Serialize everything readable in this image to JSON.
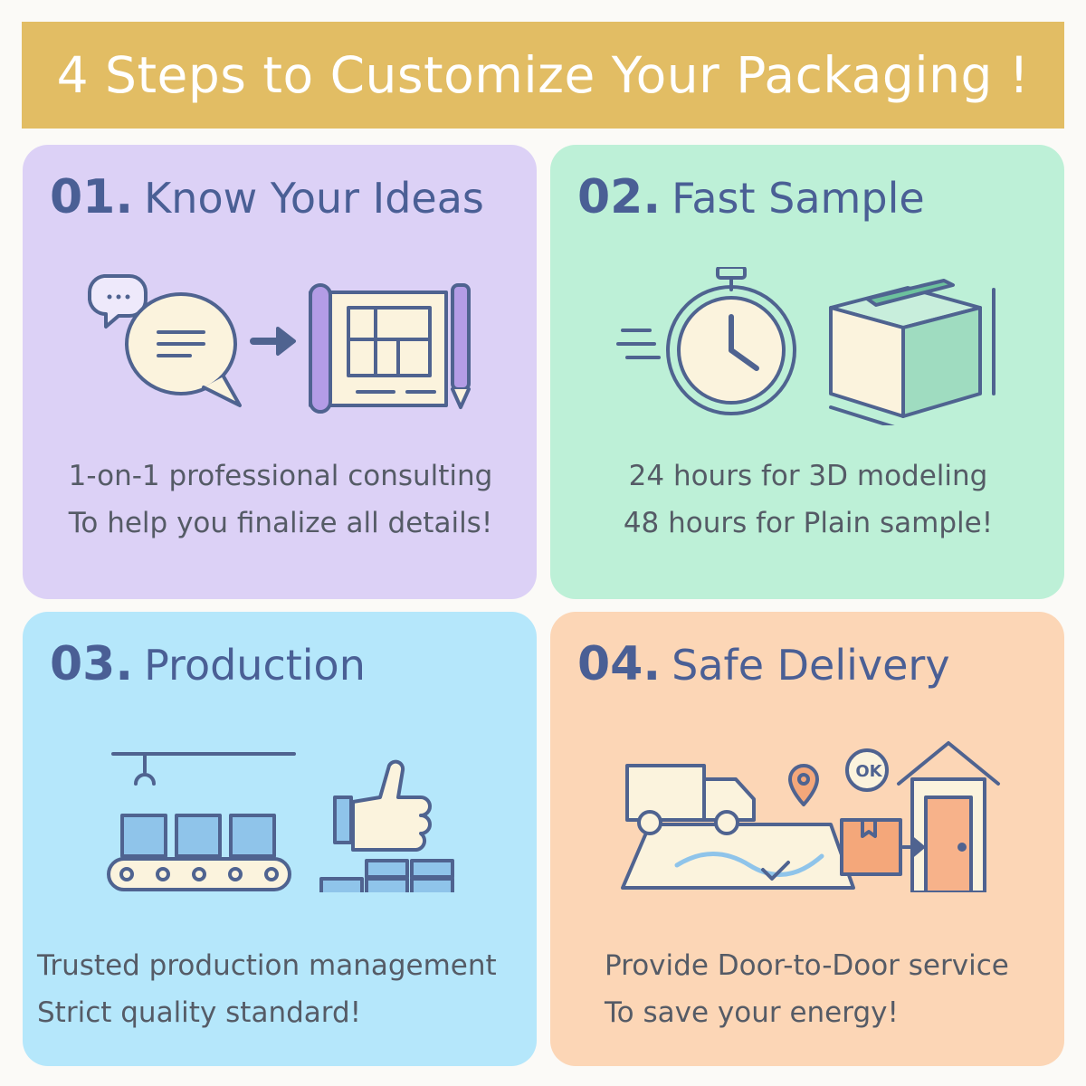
{
  "banner": {
    "title": "4 Steps to Customize Your Packaging !"
  },
  "steps": [
    {
      "number": "01.",
      "title": "Know Your Ideas",
      "lines": [
        "1-on-1 professional consulting",
        "To help you finalize all details!"
      ],
      "color": "#dcd1f6",
      "icons": [
        "chat-bubbles-icon",
        "arrow-right-icon",
        "blueprint-icon",
        "pen-icon"
      ]
    },
    {
      "number": "02.",
      "title": "Fast Sample",
      "lines": [
        "24 hours for 3D modeling",
        "48 hours for Plain sample!"
      ],
      "color": "#bdf0d7",
      "icons": [
        "stopwatch-icon",
        "box-icon"
      ]
    },
    {
      "number": "03.",
      "title": "Production",
      "lines": [
        "Trusted production management",
        "Strict quality standard!"
      ],
      "color": "#b5e7fb",
      "icons": [
        "conveyor-belt-icon",
        "thumbs-up-icon"
      ]
    },
    {
      "number": "04.",
      "title": "Safe Delivery",
      "lines": [
        "Provide Door-to-Door service",
        "To save your energy!"
      ],
      "color": "#fcd6b6",
      "icons": [
        "truck-map-icon",
        "ok-badge-icon",
        "house-door-icon",
        "parcel-icon"
      ]
    }
  ],
  "colors": {
    "banner": "#e2bd64",
    "heading": "#4a5f95",
    "body_text": "#555b66",
    "line_art": "#4f6390"
  }
}
